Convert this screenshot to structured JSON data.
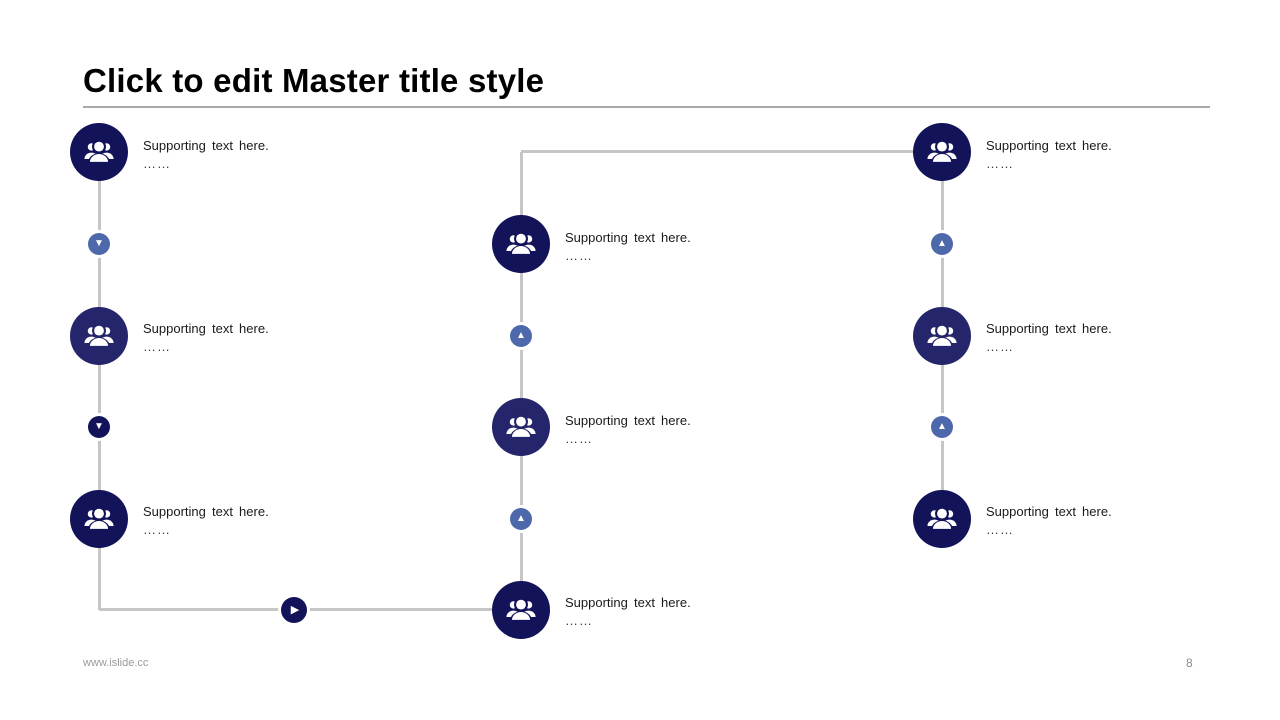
{
  "slide": {
    "title": "Click to edit Master title style"
  },
  "colors": {
    "navy_dark": "#13135A",
    "navy_mid": "#25256B",
    "arrow_blue": "#4E68AC",
    "line_gray": "#C6C6C6",
    "text_dark": "#1A1A1A",
    "footer_gray": "#9A9A9A"
  },
  "nodes": [
    {
      "position": "left-top",
      "label_line1": "Supporting text here.",
      "label_line2": "……"
    },
    {
      "position": "left-middle",
      "label_line1": "Supporting text here.",
      "label_line2": "……"
    },
    {
      "position": "left-bottom",
      "label_line1": "Supporting text here.",
      "label_line2": "……"
    },
    {
      "position": "center-top",
      "label_line1": "Supporting text here.",
      "label_line2": "……"
    },
    {
      "position": "center-middle",
      "label_line1": "Supporting text here.",
      "label_line2": "……"
    },
    {
      "position": "center-bottom",
      "label_line1": "Supporting text here.",
      "label_line2": "……"
    },
    {
      "position": "right-top",
      "label_line1": "Supporting text here.",
      "label_line2": "……"
    },
    {
      "position": "right-middle",
      "label_line1": "Supporting text here.",
      "label_line2": "……"
    },
    {
      "position": "right-bottom",
      "label_line1": "Supporting text here.",
      "label_line2": "……"
    }
  ],
  "arrows": {
    "down_left_1": {
      "glyph": "▼"
    },
    "down_left_2": {
      "glyph": "▼"
    },
    "up_center_1": {
      "glyph": "▲"
    },
    "up_center_2": {
      "glyph": "▲"
    },
    "up_right_1": {
      "glyph": "▲"
    },
    "up_right_2": {
      "glyph": "▲"
    },
    "right_bottom": {
      "glyph": "▶"
    }
  },
  "footer": {
    "website": "www.islide.cc",
    "page_number": "8"
  }
}
